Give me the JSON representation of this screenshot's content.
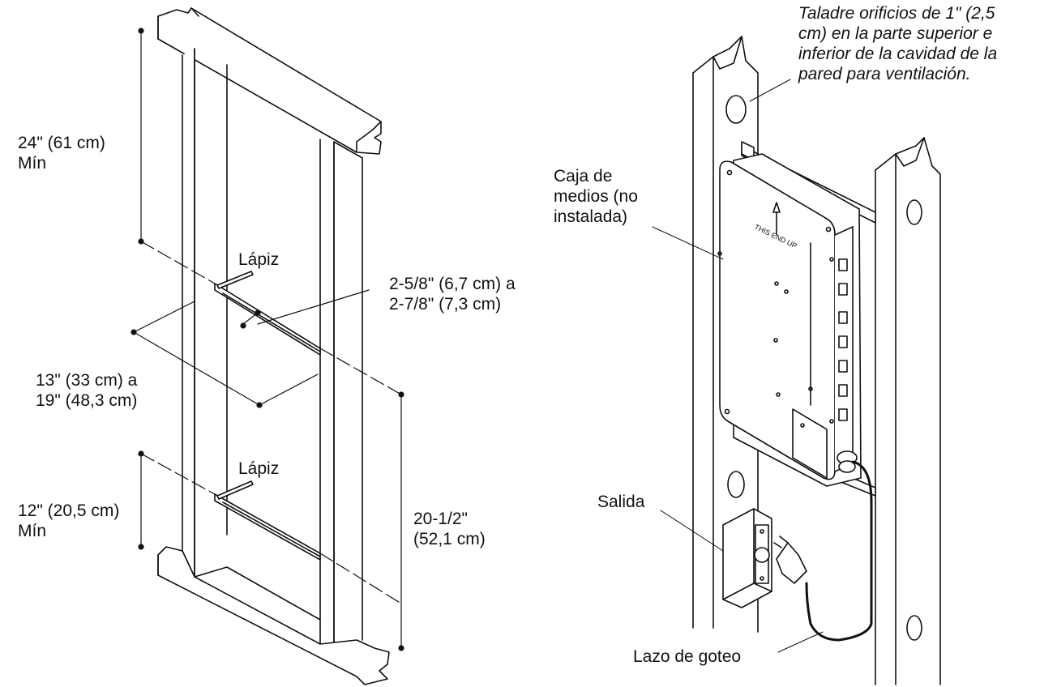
{
  "labels": {
    "dim_top": "24\" (61 cm)\nMín",
    "pencil_top": "Lápiz",
    "depth_range": "2-5/8\" (6,7 cm) a\n2-7/8\" (7,3 cm)",
    "spacing_range": "13\" (33 cm) a\n19\" (48,3 cm)",
    "pencil_bottom": "Lápiz",
    "dim_bottom": "12\" (20,5 cm)\nMín",
    "dim_right": "20-1/2\"\n(52,1 cm)",
    "vent_note": "Taladre orificios de 1\" (2,5\ncm) en la parte superior e\ninferior de la cavidad de la\npared para ventilación.",
    "media_box": "Caja de\nmedios (no\ninstalada)",
    "outlet": "Salida",
    "drip_loop": "Lazo de goteo",
    "box_marking": "THIS END UP"
  },
  "colors": {
    "ink": "#111111",
    "background": "#ffffff"
  }
}
